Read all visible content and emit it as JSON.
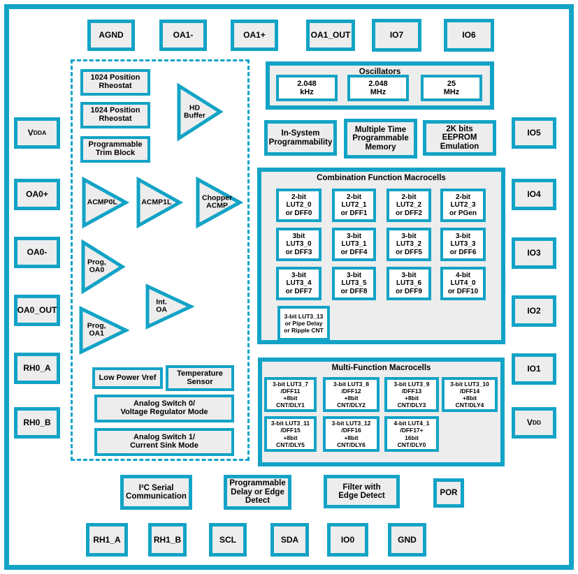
{
  "colors": {
    "accent": "#12A3C6",
    "box-fill": "#EDEDED",
    "cell-fill": "#FFFFFF",
    "text": "#000000",
    "background": "#FFFFFF"
  },
  "pins": {
    "top": [
      "AGND",
      "OA1-",
      "OA1+",
      "OA1_OUT",
      "IO7",
      "IO6"
    ],
    "left": [
      {
        "main": "V",
        "sub": "DDA"
      },
      {
        "main": "OA0+"
      },
      {
        "main": "OA0-"
      },
      {
        "main": "OA0_OUT"
      },
      {
        "main": "RH0_A"
      },
      {
        "main": "RH0_B"
      }
    ],
    "right": [
      {
        "main": "IO5"
      },
      {
        "main": "IO4"
      },
      {
        "main": "IO3"
      },
      {
        "main": "IO2"
      },
      {
        "main": "IO1"
      },
      {
        "main": "V",
        "sub": "DD"
      }
    ],
    "bottom": [
      "RH1_A",
      "RH1_B",
      "SCL",
      "SDA",
      "IO0",
      "GND"
    ]
  },
  "analog": {
    "rheostat1": "1024 Position\nRheostat",
    "rheostat2": "1024 Position\nRheostat",
    "trim_block": "Programmable\nTrim Block",
    "hd_buffer": "HD\nBuffer",
    "acmp0": "ACMP0L",
    "acmp1": "ACMP1L",
    "chopper_acmp": "Chopper\nACMP",
    "prog_oa0": "Prog,\nOA0",
    "int_oa": "Int.\nOA",
    "prog_oa1": "Prog,\nOA1",
    "low_power_vref": "Low Power Vref",
    "temperature_sensor": "Temperature\nSensor",
    "analog_switch_0": "Analog Switch 0/\nVoltage Regulator Mode",
    "analog_switch_1": "Analog Switch 1/\nCurrent Sink Mode"
  },
  "oscillators": {
    "title": "Oscillators",
    "cells": [
      "2.048\nkHz",
      "2.048\nMHz",
      "25\nMHz"
    ]
  },
  "system": {
    "isp": "In-System\nProgrammability",
    "mtp": "Multiple Time\nProgrammable\nMemory",
    "eeprom": "2K bits\nEEPROM\nEmulation"
  },
  "combination": {
    "title": "Combination Function Macrocells",
    "cells": [
      "2-bit\nLUT2_0\nor DFF0",
      "2-bit\nLUT2_1\nor DFF1",
      "2-bit\nLUT2_2\nor DFF2",
      "2-bit\nLUT2_3\nor PGen",
      "3bit\nLUT3_0\nor DFF3",
      "3-bit\nLUT3_1\nor DFF4",
      "3-bit\nLUT3_2\nor DFF5",
      "3-bit\nLUT3_3\nor DFF6",
      "3-bit\nLUT3_4\nor DFF7",
      "3-bit\nLUT3_5\nor DFF8",
      "3-bit\nLUT3_6\nor DFF9",
      "4-bit\nLUT4_0\nor DFF10"
    ],
    "special": "3-bit LUT3_13\nor Pipe Delay\nor Ripple CNT"
  },
  "multifunction": {
    "title": "Multi-Function Macrocells",
    "cells": [
      "3-bit LUT3_7\n/DFF11\n+8bit\nCNT/DLY1",
      "3-bit LUT3_8\n/DFF12\n+8bit\nCNT/DLY2",
      "3-bit LUT3_9\n/DFF13\n+8bit\nCNT/DLY3",
      "3-bit LUT3_10\n/DFF14\n+8bit\nCNT/DLY4",
      "3-bit LUT3_11\n/DFF15\n+8bit\nCNT/DLY5",
      "3-bit LUT3_12\n/DFF16\n+8bit\nCNT/DLY6",
      "4-bit LUT4_1\n/DFF17+\n16bit\nCNT/DLY0"
    ]
  },
  "peripherals": {
    "i2c": "I²C Serial\nCommunication",
    "prog_delay": "Programmable\nDelay or Edge\nDetect",
    "filter": "Filter with\nEdge Detect",
    "por": "POR"
  }
}
